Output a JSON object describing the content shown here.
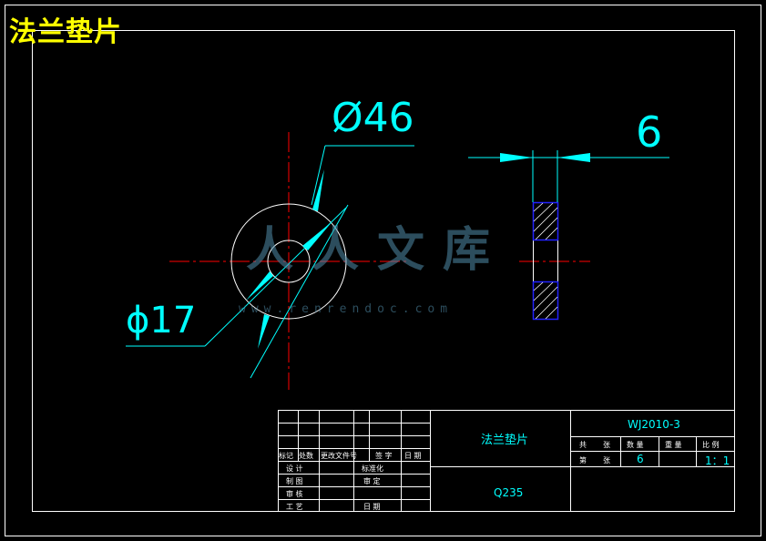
{
  "title": "法兰垫片",
  "watermark": {
    "logo": "人人文库",
    "url": "www.renrendoc.com"
  },
  "dimensions": {
    "outer_diameter": "Ø46",
    "inner_diameter": "ϕ17",
    "thickness": "6"
  },
  "title_block": {
    "part_name": "法兰垫片",
    "drawing_number": "WJ2010-3",
    "material": "Q235",
    "header_labels": {
      "mark": "标记",
      "count": "处数",
      "change_doc": "更改文件号",
      "signature": "签 字",
      "date": "日 期"
    },
    "role_labels": {
      "design": "设 计",
      "drawing": "制 图",
      "review": "审 核",
      "process": "工 艺"
    },
    "approval_labels": {
      "standardization": "标准化",
      "approval": "审 定",
      "date": "日 期"
    },
    "info_labels": {
      "total": "共",
      "sheets": "张",
      "quantity": "数 量",
      "weight": "重 量",
      "scale": "比 例",
      "sheet_no": "第",
      "sheet_word": "张"
    },
    "values": {
      "quantity": "6",
      "scale": "1：1"
    }
  },
  "colors": {
    "background": "#000000",
    "frame": "#ffffff",
    "dimension": "#00ffff",
    "centerline": "#ff0000",
    "title": "#ffff00",
    "hatch_border": "#0000ff"
  }
}
